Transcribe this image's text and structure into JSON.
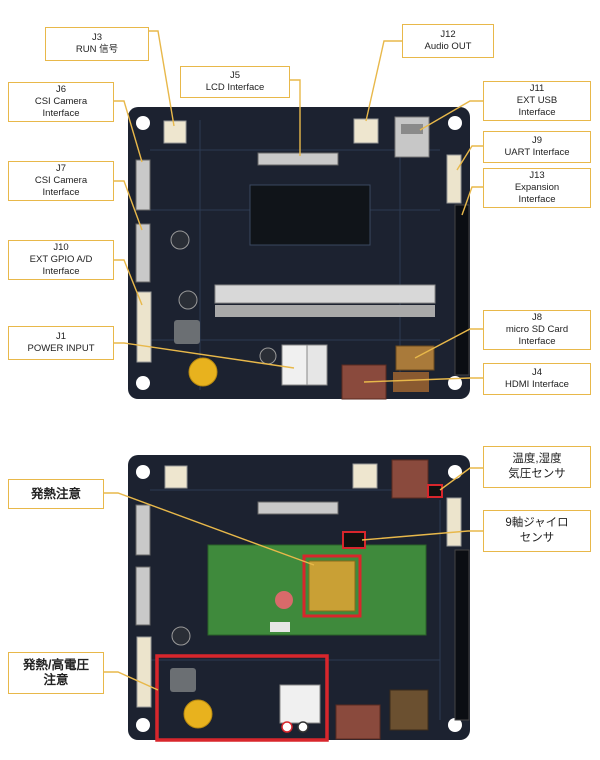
{
  "top_labels": [
    {
      "id": "J3",
      "lines": [
        "J3",
        "RUN 信号"
      ]
    },
    {
      "id": "J12",
      "lines": [
        "J12",
        "Audio OUT"
      ]
    },
    {
      "id": "J5",
      "lines": [
        "J5",
        "LCD Interface"
      ]
    },
    {
      "id": "J6",
      "lines": [
        "J6",
        "CSI Camera",
        "Interface"
      ]
    },
    {
      "id": "J11",
      "lines": [
        "J11",
        "EXT USB",
        "Interface"
      ]
    },
    {
      "id": "J9",
      "lines": [
        "J9",
        "UART Interface"
      ]
    },
    {
      "id": "J7",
      "lines": [
        "J7",
        "CSI Camera",
        "Interface"
      ]
    },
    {
      "id": "J13",
      "lines": [
        "J13",
        "Expansion",
        "Interface"
      ]
    },
    {
      "id": "J10",
      "lines": [
        "J10",
        "EXT GPIO A/D",
        "Interface"
      ]
    },
    {
      "id": "J1",
      "lines": [
        "J1",
        "POWER INPUT"
      ]
    },
    {
      "id": "J8",
      "lines": [
        "J8",
        "micro SD Card",
        "Interface"
      ]
    },
    {
      "id": "J4",
      "lines": [
        "J4",
        "HDMI Interface"
      ]
    }
  ],
  "bottom_labels": [
    {
      "id": "heat",
      "lines": [
        "発熱注意"
      ]
    },
    {
      "id": "env-sensor",
      "lines": [
        "温度,湿度",
        "気圧センサ"
      ]
    },
    {
      "id": "gyro",
      "lines": [
        "9軸ジャイロ",
        "センサ"
      ]
    },
    {
      "id": "heat-hv",
      "lines": [
        "発熱/高電圧",
        "注意"
      ]
    }
  ],
  "colors": {
    "label_border": "#e8b84a",
    "highlight": "#d8262c",
    "pcb": "#1c2230",
    "compute_module": "#3f8a3c"
  }
}
